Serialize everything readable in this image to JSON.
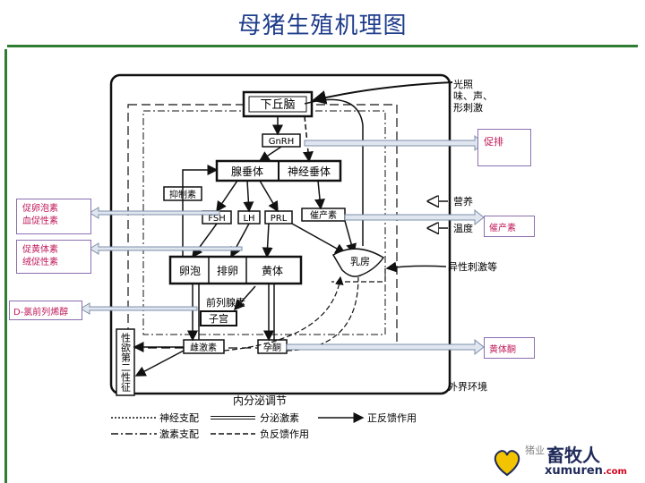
{
  "slide": {
    "title": "母猪生殖机理图"
  },
  "diagram": {
    "hypothalamus": "下丘脑",
    "gnrh": "GnRH",
    "adenohypophysis": "腺垂体",
    "neurohypophysis": "神经垂体",
    "inhibin": "抑制素",
    "fsh": "FSH",
    "lh": "LH",
    "prl": "PRL",
    "oxytocin": "催产素",
    "follicle": "卵泡",
    "ovulation": "排卵",
    "corpus_luteum": "黄体",
    "prostaglandin": "前列腺素",
    "uterus": "子宫",
    "estrogen": "雌激素",
    "progesterone": "孕酮",
    "mammary": "乳房",
    "sexual_behavior": "性欲第二性征",
    "light_smell": "光照",
    "light_smell_2": "味、声、",
    "light_smell_3": "形刺激",
    "nutrition": "营养",
    "temperature": "温度",
    "opposite_sex": "异性刺激等",
    "external_env": "外界环境",
    "endocrine": "内分泌调节",
    "legend": {
      "neural": "神经支配",
      "secretion": "分泌激素",
      "positive": "正反馈作用",
      "hormonal": "激素支配",
      "negative": "负反馈作用"
    }
  },
  "annotations": {
    "promote_release": "促排",
    "fsh_note_1": "促卵泡素",
    "fsh_note_2": "血促性素",
    "lh_note_1": "促黄体素",
    "lh_note_2": "绒促性素",
    "estradiol": "D-氯前列烯醇",
    "oxytocin_box": "催产素",
    "progesterone_box": "黄体酮"
  },
  "watermark": {
    "site": "xumuren",
    "site_suffix": ".com",
    "brand": "畜牧人",
    "tagline": "猪业"
  },
  "colors": {
    "title": "#1f3d8c",
    "accent_green": "#2e7d32",
    "annotation_text": "#c0185a",
    "annotation_border": "#8a6fb0",
    "arrow_fill": "#dfe6ef"
  }
}
